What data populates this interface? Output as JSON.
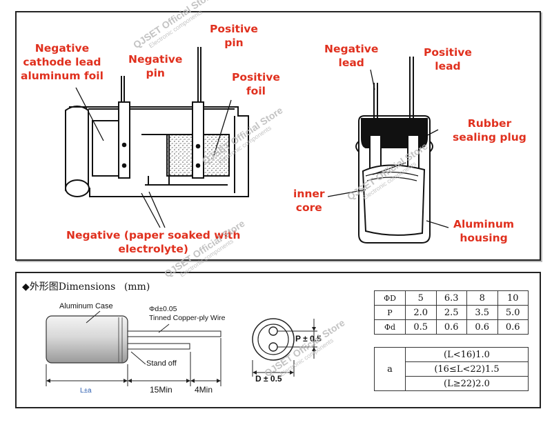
{
  "top": {
    "left_labels": {
      "neg_cathode": "Negative\ncathode lead\naluminum foil",
      "neg_pin": "Negative\npin",
      "pos_pin": "Positive\npin",
      "pos_foil": "Positive\nfoil",
      "negative_paper": "Negative (paper soaked with\nelectrolyte)"
    },
    "right_labels": {
      "neg_lead": "Negative\nlead",
      "pos_lead": "Positive\nlead",
      "rubber": "Rubber\nsealing plug",
      "inner_core": "inner\ncore",
      "aluminum_housing": "Aluminum\nhousing"
    },
    "label_color": "#e0301e"
  },
  "watermark": {
    "main": "QJSET Official Store",
    "sub": "Electronic components"
  },
  "bottom": {
    "title_symbol": "◆",
    "title_cn": "外形图",
    "title_en": "Dimensions",
    "title_unit": "(mm)",
    "aluminum_case": "Aluminum Case",
    "phi_d": "Φd±0.05",
    "tinned_wire": "Tinned Copper-ply Wire",
    "stand_off": "Stand off",
    "l_a": "L±a",
    "min15": "15Min",
    "min4": "4Min",
    "p_tol": "P ± 0.5",
    "d_tol": "D ± 0.5",
    "table1": {
      "rows": [
        [
          "ΦD",
          "5",
          "6.3",
          "8",
          "10"
        ],
        [
          "P",
          "2.0",
          "2.5",
          "3.5",
          "5.0"
        ],
        [
          "Φd",
          "0.5",
          "0.6",
          "0.6",
          "0.6"
        ]
      ]
    },
    "table2": {
      "label": "a",
      "rows": [
        "(L<16)1.0",
        "(16≤L<22)1.5",
        "(L≥22)2.0"
      ]
    }
  }
}
